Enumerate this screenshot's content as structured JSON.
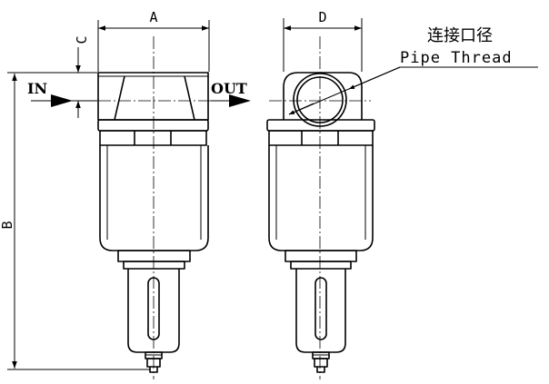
{
  "labels": {
    "dim_a": "A",
    "dim_b": "B",
    "dim_c": "C",
    "dim_d": "D",
    "inlet": "IN",
    "outlet": "OUT",
    "thread_cn": "连接口径",
    "thread_en": "Pipe Thread"
  }
}
